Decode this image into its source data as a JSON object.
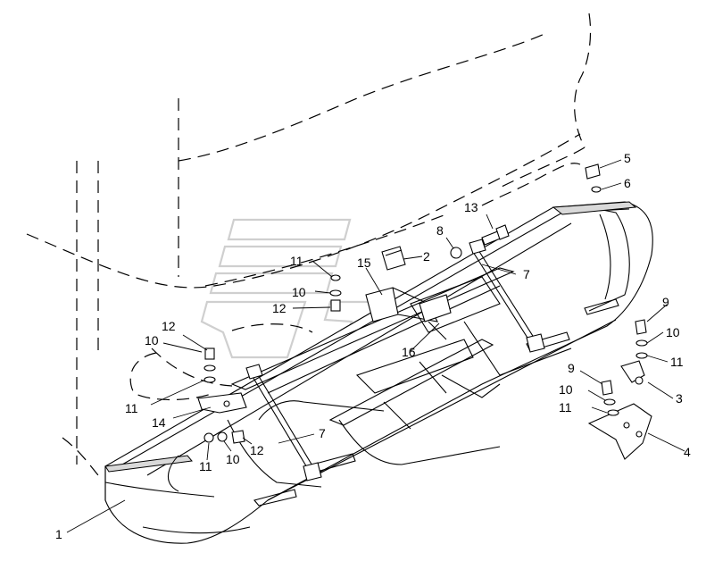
{
  "diagram": {
    "callouts": [
      {
        "id": "c1",
        "text": "1"
      },
      {
        "id": "c2",
        "text": "2"
      },
      {
        "id": "c3",
        "text": "3"
      },
      {
        "id": "c4",
        "text": "4"
      },
      {
        "id": "c5",
        "text": "5"
      },
      {
        "id": "c6",
        "text": "6"
      },
      {
        "id": "c7a",
        "text": "7"
      },
      {
        "id": "c7b",
        "text": "7"
      },
      {
        "id": "c8",
        "text": "8"
      },
      {
        "id": "c9a",
        "text": "9"
      },
      {
        "id": "c9b",
        "text": "9"
      },
      {
        "id": "c10a",
        "text": "10"
      },
      {
        "id": "c10b",
        "text": "10"
      },
      {
        "id": "c10c",
        "text": "10"
      },
      {
        "id": "c10d",
        "text": "10"
      },
      {
        "id": "c10e",
        "text": "10"
      },
      {
        "id": "c11a",
        "text": "11"
      },
      {
        "id": "c11b",
        "text": "11"
      },
      {
        "id": "c11c",
        "text": "11"
      },
      {
        "id": "c11d",
        "text": "11"
      },
      {
        "id": "c11e",
        "text": "11"
      },
      {
        "id": "c12a",
        "text": "12"
      },
      {
        "id": "c12b",
        "text": "12"
      },
      {
        "id": "c12c",
        "text": "12"
      },
      {
        "id": "c13",
        "text": "13"
      },
      {
        "id": "c14",
        "text": "14"
      },
      {
        "id": "c15",
        "text": "15"
      },
      {
        "id": "c16",
        "text": "16"
      }
    ]
  },
  "colors": {
    "line": "#000000",
    "background": "#ffffff",
    "watermark": "#cfcfcf"
  }
}
